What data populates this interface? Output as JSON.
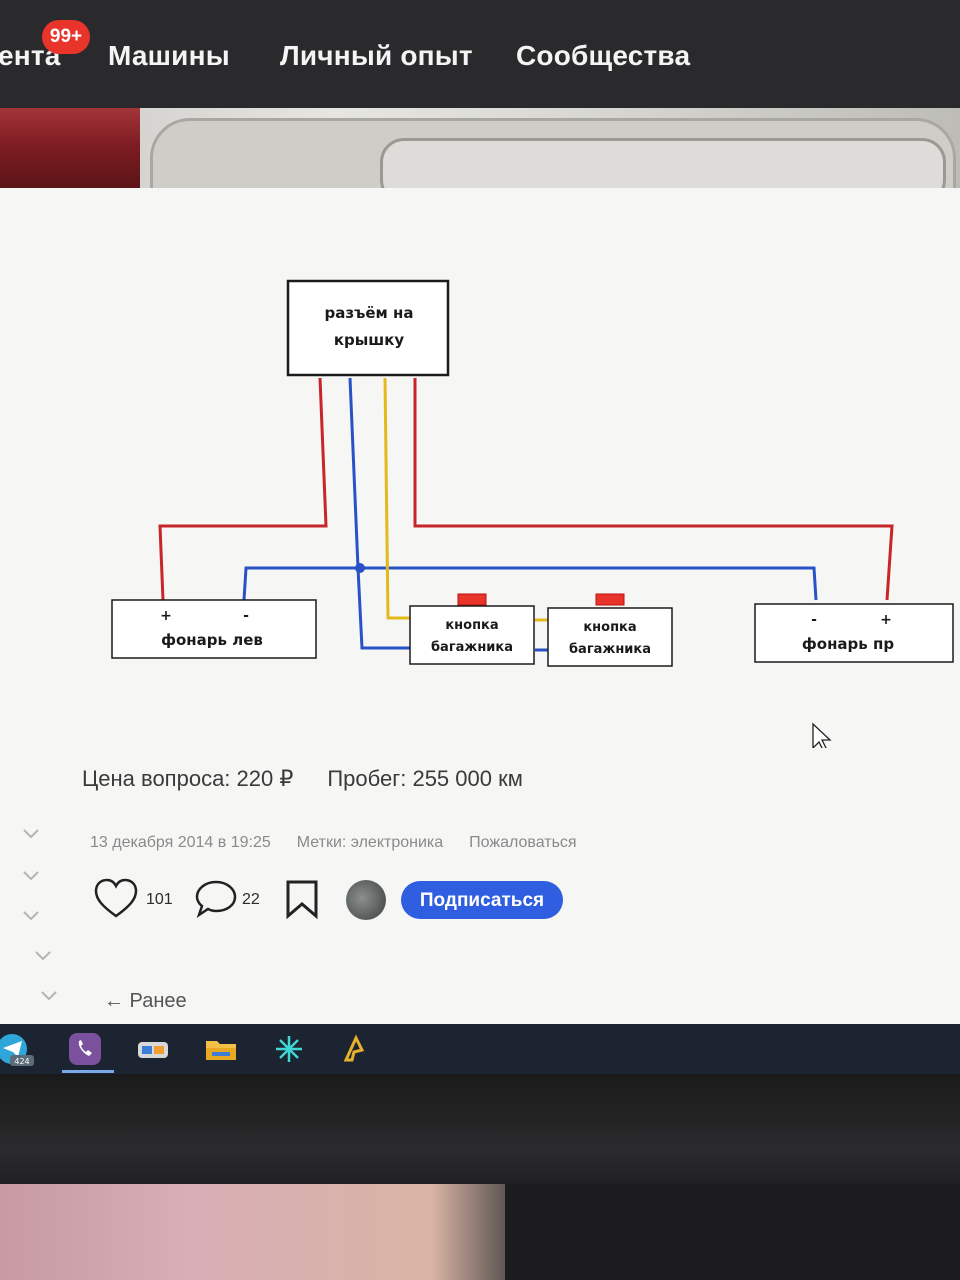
{
  "nav": {
    "items": [
      "ента",
      "Машины",
      "Личный опыт",
      "Сообщества"
    ],
    "badge": "99+"
  },
  "diagram": {
    "connector": [
      "разъём на",
      "крышку"
    ],
    "lamp_left": {
      "label": "фонарь лев",
      "plus": "+",
      "minus": "-"
    },
    "lamp_right": {
      "label": "фонарь пр",
      "plus": "+",
      "minus": "-"
    },
    "button1": [
      "кнопка",
      "багажника"
    ],
    "button2": [
      "кнопка",
      "багажника"
    ],
    "wire_colors": {
      "red": "#c8252b",
      "blue": "#2a52c7",
      "yellow": "#e4b91c"
    }
  },
  "post": {
    "price": "Цена вопроса: 220 ₽",
    "mileage": "Пробег: 255 000 км",
    "date": "13 декабря 2014 в 19:25",
    "tags": "Метки: электроника",
    "report": "Пожаловаться",
    "likes": "101",
    "comments": "22",
    "subscribe": "Подписаться",
    "back": "← Ранее"
  },
  "taskbar": {
    "icons": [
      "telegram-icon",
      "viber-icon",
      "app-icon",
      "folder-icon",
      "network-icon",
      "autocad-icon"
    ],
    "telegram_count": "424"
  },
  "colors": {
    "accent": "#2f5fe0",
    "badge": "#e8342b"
  }
}
